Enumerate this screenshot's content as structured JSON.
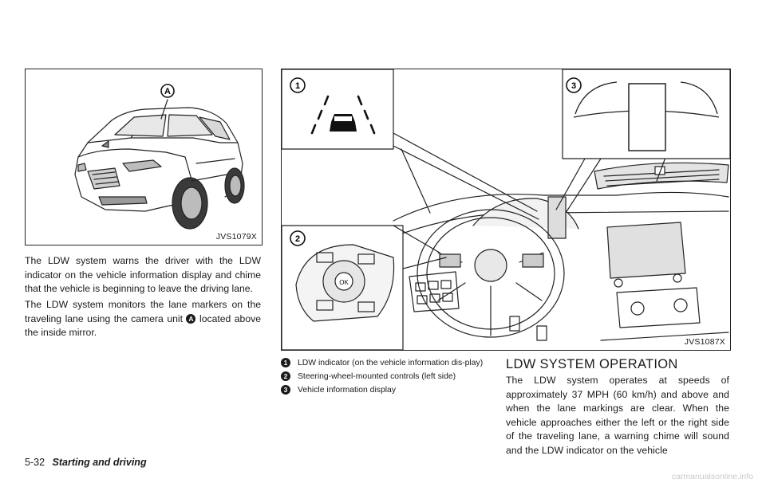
{
  "figure_left": {
    "id": "JVS1079X",
    "callout": "A"
  },
  "figure_right": {
    "id": "JVS1087X",
    "callouts": [
      "1",
      "2",
      "3"
    ]
  },
  "left_text": {
    "para1": "The LDW system warns the driver with the LDW indicator on the vehicle information display and chime that the vehicle is beginning to leave the driving lane.",
    "para2_before": "The LDW system monitors the lane markers on the traveling lane using the camera unit",
    "para2_callout": "A",
    "para2_after": "located above the inside mirror."
  },
  "legend": [
    {
      "num": "1",
      "text": "LDW indicator (on the vehicle information dis-play)"
    },
    {
      "num": "2",
      "text": "Steering-wheel-mounted controls (left side)"
    },
    {
      "num": "3",
      "text": "Vehicle information display"
    }
  ],
  "section": {
    "heading": "LDW SYSTEM OPERATION",
    "body": "The LDW system operates at speeds of approximately 37 MPH (60 km/h) and above and when the lane markings are clear. When the vehicle approaches either the left or the right side of the traveling lane, a warning chime will sound and the LDW indicator on the vehicle"
  },
  "footer": {
    "page_number": "5-32",
    "section_title": "Starting and driving"
  },
  "watermark": "carmanualsonline.info"
}
